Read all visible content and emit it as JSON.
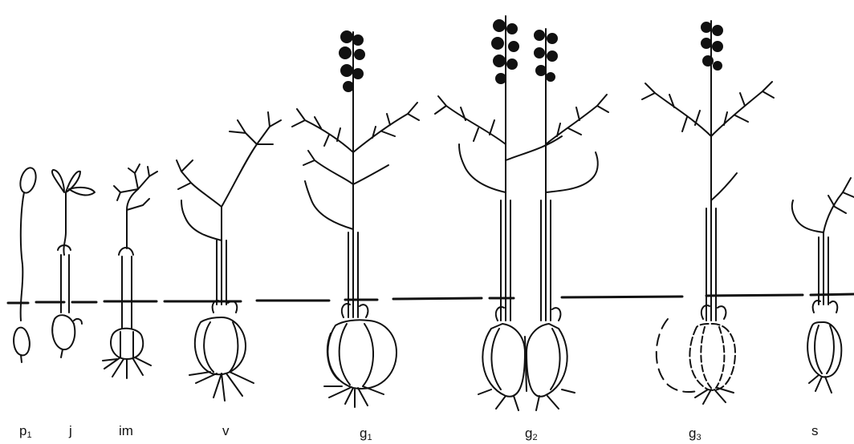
{
  "ground_line": "dashed",
  "colors": {
    "ink": "#111111",
    "background": "#ffffff"
  },
  "stages": [
    {
      "id": "p1",
      "base": "p",
      "sub": "1"
    },
    {
      "id": "j",
      "base": "j",
      "sub": ""
    },
    {
      "id": "im",
      "base": "im",
      "sub": ""
    },
    {
      "id": "v",
      "base": "v",
      "sub": ""
    },
    {
      "id": "g1",
      "base": "g",
      "sub": "1"
    },
    {
      "id": "g2",
      "base": "g",
      "sub": "2"
    },
    {
      "id": "g3",
      "base": "g",
      "sub": "3"
    },
    {
      "id": "s",
      "base": "s",
      "sub": ""
    }
  ]
}
